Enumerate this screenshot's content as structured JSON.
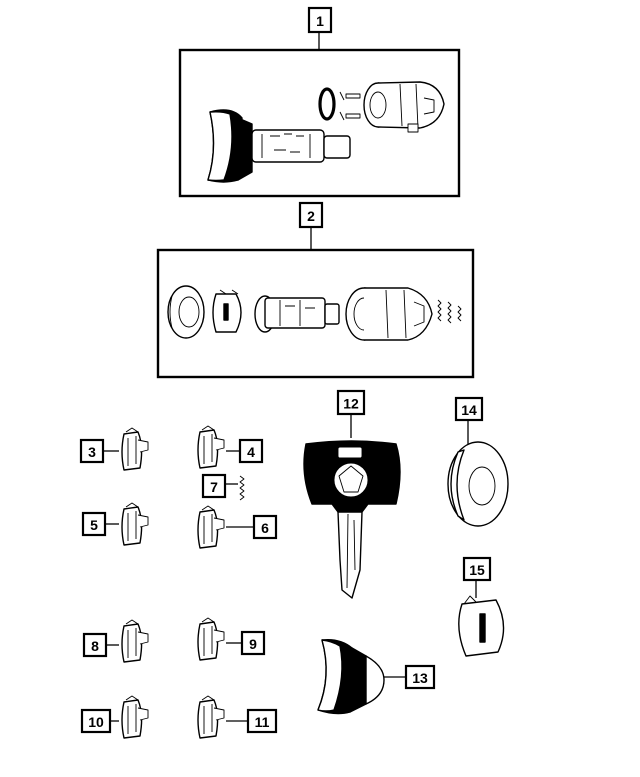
{
  "callouts": [
    {
      "id": "c1",
      "label": "1"
    },
    {
      "id": "c2",
      "label": "2"
    },
    {
      "id": "c3",
      "label": "3"
    },
    {
      "id": "c4",
      "label": "4"
    },
    {
      "id": "c5",
      "label": "5"
    },
    {
      "id": "c6",
      "label": "6"
    },
    {
      "id": "c7",
      "label": "7"
    },
    {
      "id": "c8",
      "label": "8"
    },
    {
      "id": "c9",
      "label": "9"
    },
    {
      "id": "c10",
      "label": "10"
    },
    {
      "id": "c11",
      "label": "11"
    },
    {
      "id": "c12",
      "label": "12"
    },
    {
      "id": "c13",
      "label": "13"
    },
    {
      "id": "c14",
      "label": "14"
    },
    {
      "id": "c15",
      "label": "15"
    }
  ],
  "colors": {
    "line": "#000000",
    "background": "#ffffff"
  },
  "icons": [
    "lock-cylinder-kit-icon",
    "ignition-housing-kit-icon",
    "tumbler-icon",
    "spring-icon",
    "key-icon",
    "bezel-icon",
    "knob-icon",
    "cap-icon"
  ]
}
